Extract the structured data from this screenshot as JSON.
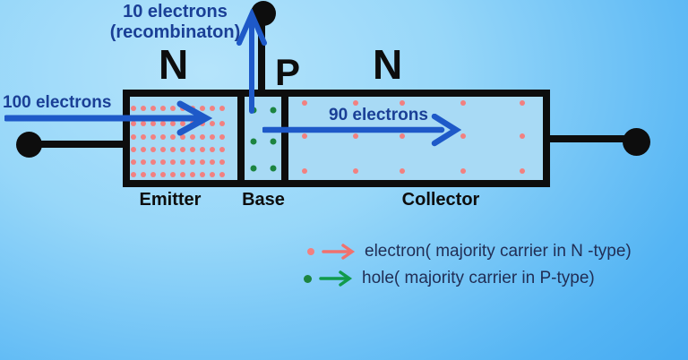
{
  "colors": {
    "background_top": "#b5e4fb",
    "background_bottom": "#2f9cee",
    "region_fill": "#a8daf5",
    "outline_black": "#0d0d0d",
    "arrow_blue": "#1e59c8",
    "heading_blue": "#1a3f96",
    "electron_pink": "#f28080",
    "hole_green": "#1c8440",
    "legend_arrow_pink": "#f0716e",
    "legend_arrow_green": "#119a4b",
    "legend_text": "#212e55"
  },
  "annotations": {
    "recombination_line1": "10 electrons",
    "recombination_line2": "(recombinaton)",
    "input_flow": "100 electrons",
    "output_flow": "90 electrons"
  },
  "junction": {
    "emitter": {
      "type_label": "N",
      "name": "Emitter",
      "carrier": "electron",
      "dot_color": "#f28080",
      "dot_grid": {
        "size": 6,
        "cols": [
          4,
          15,
          26,
          37,
          48,
          59,
          70,
          81,
          92,
          103
        ],
        "rows": [
          13,
          30,
          45,
          59,
          73,
          87
        ]
      }
    },
    "base": {
      "type_label": "P",
      "name": "Base",
      "carrier": "hole",
      "dot_color": "#1c8440",
      "dot_grid": {
        "size": 7,
        "cols": [
          10,
          32
        ],
        "rows": [
          15,
          50,
          80
        ]
      }
    },
    "collector": {
      "type_label": "N",
      "name": "Collector",
      "carrier": "electron",
      "dot_color": "#f28080",
      "dot_grid": {
        "size": 6,
        "cols": [
          18,
          75,
          127,
          195,
          261
        ],
        "rows": [
          7,
          44,
          83
        ]
      }
    }
  },
  "legend": {
    "items": [
      {
        "name": "electron",
        "dot_color": "#f28080",
        "arrow_color": "#f0716e",
        "label": "electron( majority carrier in N -type)"
      },
      {
        "name": "hole",
        "dot_color": "#1c8440",
        "arrow_color": "#119a4b",
        "label": "hole( majority carrier in P-type)"
      }
    ]
  }
}
